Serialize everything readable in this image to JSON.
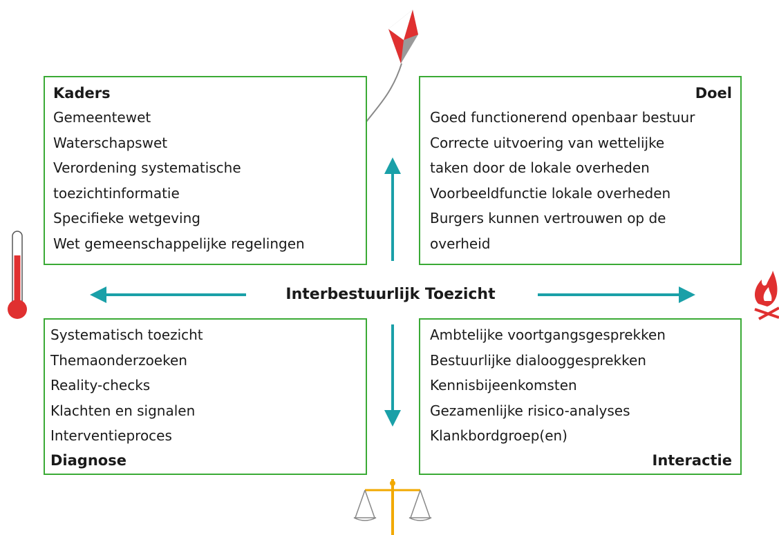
{
  "diagram": {
    "center_label": "Interbestuurlijk Toezicht",
    "colors": {
      "box_border": "#3aaa35",
      "arrow": "#1aa0a8",
      "thermometer": "#e03030",
      "fire": "#e03030",
      "kite": "#e03030",
      "scale": "#f2a900"
    },
    "kaders": {
      "title": "Kaders",
      "items": [
        "Gemeentewet",
        "Waterschapswet",
        "Verordening systematische",
        "toezichtinformatie",
        "Specifieke wetgeving",
        "Wet gemeenschappelijke regelingen"
      ]
    },
    "doel": {
      "title": "Doel",
      "items": [
        "Goed functionerend openbaar bestuur",
        "Correcte uitvoering van wettelijke",
        "taken door de lokale overheden",
        "Voorbeeldfunctie lokale overheden",
        "Burgers kunnen vertrouwen op de",
        "overheid"
      ]
    },
    "diagnose": {
      "title": "Diagnose",
      "items": [
        "Systematisch toezicht",
        "Themaonderzoeken",
        "Reality-checks",
        "Klachten en signalen",
        "Interventieproces"
      ]
    },
    "interactie": {
      "title": "Interactie",
      "items": [
        "Ambtelijke voortgangsgesprekken",
        "Bestuurlijke dialooggesprekken",
        "Kennisbijeenkomsten",
        "Gezamenlijke risico-analyses",
        "Klankbordgroep(en)"
      ]
    },
    "icons": [
      "kite-icon",
      "thermometer-icon",
      "fire-icon",
      "scale-icon"
    ]
  }
}
